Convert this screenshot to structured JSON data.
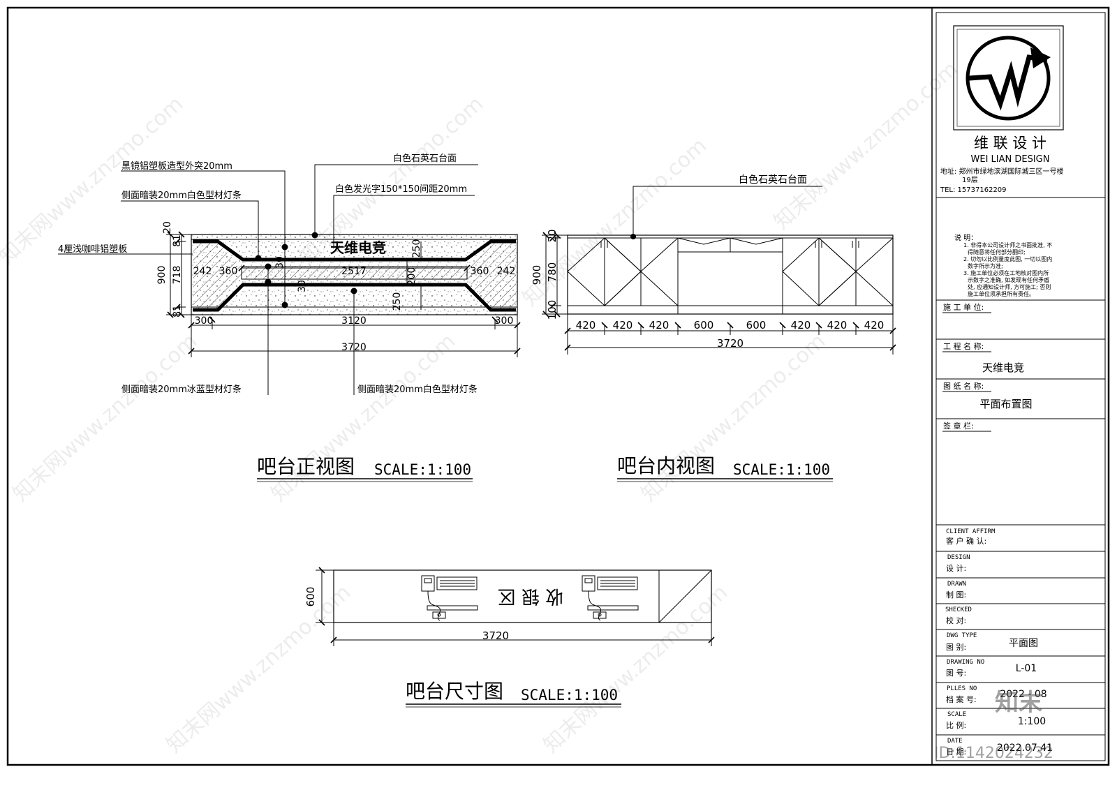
{
  "front_view": {
    "title": "吧台正视图",
    "scale": "SCALE:1:100",
    "brand_text": "天维电竞",
    "callouts": {
      "mirror_panel": "黑镜铝塑板造型外突20mm",
      "white_strip_top": "侧面暗装20mm白色型材灯条",
      "coffee_panel": "4厘浅咖啡铝塑板",
      "quartz_top": "白色石英石台面",
      "glow_letters": "白色发光字150*150间距20mm",
      "blue_strip": "侧面暗装20mm冰蓝型材灯条",
      "white_strip_bottom": "侧面暗装20mm白色型材灯条"
    },
    "dims": {
      "total": "3720",
      "middle": "3120",
      "side_left": "300",
      "side_right": "300",
      "seg_242_l": "242",
      "seg_360_l": "360",
      "seg_2517": "2517",
      "seg_360_r": "360",
      "seg_242_r": "242",
      "height": "900",
      "h_718": "718",
      "h_81_top": "81",
      "h_81_bot": "81",
      "h_20": "20",
      "v_250_top": "250",
      "v_250_bot": "250",
      "v_200": "200",
      "v_30_a": "30",
      "v_30_b": "30"
    }
  },
  "inner_view": {
    "title": "吧台内视图",
    "scale": "SCALE:1:100",
    "callout": "白色石英石台面",
    "dims": {
      "segments": [
        "420",
        "420",
        "420",
        "600",
        "600",
        "420",
        "420",
        "420"
      ],
      "total": "3720",
      "height": "900",
      "h_20": "20",
      "h_780": "780",
      "h_100": "100"
    }
  },
  "plan_view": {
    "title": "吧台尺寸图",
    "scale": "SCALE:1:100",
    "cashier_text": "收 银 区",
    "dims": {
      "total": "3720",
      "depth": "600"
    }
  },
  "title_block": {
    "company_cn": "维 联 设 计",
    "company_en": "WEI LIAN  DESIGN",
    "address": "地址: 郑州市绿地滨湖国际城三区一号楼",
    "address_floor": "19层",
    "tel": "TEL: 15737162209",
    "notes_title": "说  明：",
    "notes": [
      "1. 非得本公司设计师之书面批准, 不",
      "得随意将任何部分翻印;",
      "2. 切勿以比例量度此图, 一切以图内",
      "数字所示为准;",
      "3. 施工单位必须在工地核对图内所",
      "示数字之准确, 如发现有任何矛盾",
      "处, 应通知设计师, 方可施工; 否则",
      "施工单位须承担所有责任。"
    ],
    "contractor_label": "施 工 单 位:",
    "project_label": "工 程 名 称:",
    "project_value": "天维电竞",
    "drawing_name_label": "图 纸 名 称:",
    "drawing_name_value": "平面布置图",
    "signature_label": "签 章 栏:",
    "client_en": "CLIENT AFFIRM",
    "client_cn": "客 户 确 认:",
    "design_en": "DESIGN",
    "design_cn": "设  计:",
    "drawn_en": "DRAWN",
    "drawn_cn": "制  图:",
    "checked_en": "SHECKED",
    "checked_cn": "校  对:",
    "dwg_type_en": "DWG TYPE",
    "dwg_type_cn": "图  别:",
    "dwg_type_value": "平面图",
    "drawing_no_en": "DRAWING NO",
    "drawing_no_cn": "图  号:",
    "drawing_no_value": "L-01",
    "file_no_en": "PLLES NO",
    "file_no_cn": "档 案 号:",
    "file_no_value": "2022 - 08",
    "scale_en": "SCALE",
    "scale_cn": "比  例:",
    "scale_value": "1:100",
    "date_en": "DATE",
    "date_cn": "日  期:",
    "date_value": "2022.07.41"
  },
  "watermark": {
    "site": "知末网www.znzmo.com",
    "logo": "知末",
    "id": "ID:1142024232"
  }
}
